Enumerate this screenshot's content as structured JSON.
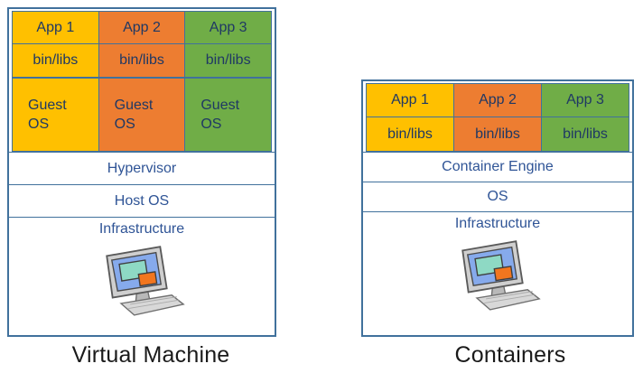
{
  "vm": {
    "title": "Virtual Machine",
    "apps": [
      "App 1",
      "App 2",
      "App 3"
    ],
    "bins": [
      "bin/libs",
      "bin/libs",
      "bin/libs"
    ],
    "guests": [
      "Guest OS",
      "Guest OS",
      "Guest OS"
    ],
    "hypervisor_label": "Hypervisor",
    "host_os_label": "Host OS",
    "infrastructure_label": "Infrastructure"
  },
  "containers": {
    "title": "Containers",
    "apps": [
      "App 1",
      "App 2",
      "App 3"
    ],
    "bins": [
      "bin/libs",
      "bin/libs",
      "bin/libs"
    ],
    "engine_label": "Container Engine",
    "os_label": "OS",
    "infrastructure_label": "Infrastructure"
  },
  "colors": {
    "column1_fill": "#FFC000",
    "column2_fill": "#ED7D31",
    "column3_fill": "#70AD47",
    "border": "#41719C",
    "cell_text": "#1F3864",
    "layer_text": "#2F5496",
    "caption_text": "#1A1A1A",
    "icon_screen": "#86AAEC",
    "icon_window_teal": "#8ED9C4",
    "icon_window_orange": "#F2761F"
  },
  "icons": {
    "infrastructure_icon": "desktop-computer-icon"
  }
}
